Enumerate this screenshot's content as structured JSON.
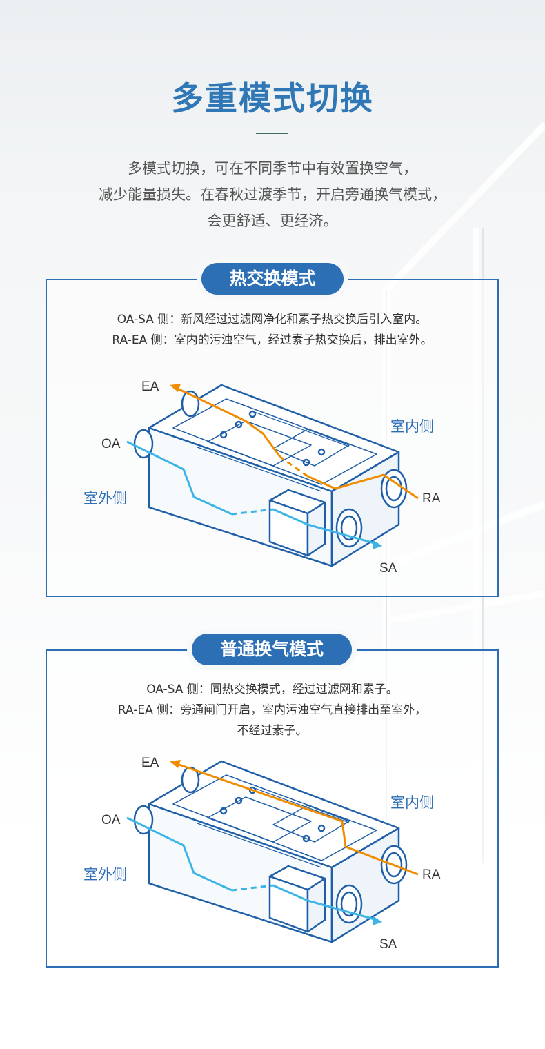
{
  "header": {
    "title": "多重模式切换",
    "description_lines": [
      "多模式切换，可在不同季节中有效置换空气，",
      "减少能量损失。在春秋过渡季节，开启旁通换气模式，",
      "会更舒适、更经济。"
    ]
  },
  "modes": [
    {
      "title": "热交换模式",
      "lines": [
        "OA-SA 侧：新风经过过滤网净化和素子热交换后引入室内。",
        "RA-EA 侧：室内的污浊空气，经过素子热交换后，排出室外。"
      ],
      "labels": {
        "ea": "EA",
        "oa": "OA",
        "outdoor": "室外侧",
        "indoor": "室内侧",
        "ra": "RA",
        "sa": "SA"
      }
    },
    {
      "title": "普通换气模式",
      "lines": [
        "OA-SA 侧：同热交换模式，经过过滤网和素子。",
        "RA-EA 侧：旁通闸门开启，室内污浊空气直接排出至室外，",
        "不经过素子。"
      ],
      "labels": {
        "ea": "EA",
        "oa": "OA",
        "outdoor": "室外侧",
        "indoor": "室内侧",
        "ra": "RA",
        "sa": "SA"
      }
    }
  ],
  "colors": {
    "accent": "#2f77b5",
    "panel_border": "#2d6db6",
    "exhaust_flow": "#f08c00",
    "supply_flow": "#3cb4e6",
    "unit_outline": "#1f5fa8"
  }
}
